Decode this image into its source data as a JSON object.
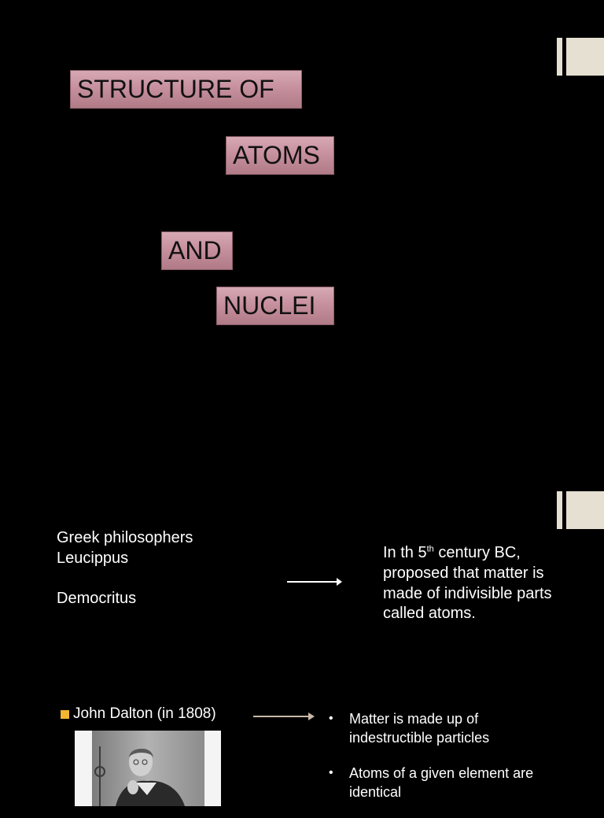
{
  "slide1": {
    "title_lines": [
      "STRUCTURE OF",
      "ATOMS",
      "AND",
      "NUCLEI"
    ]
  },
  "slide2": {
    "left_lines": [
      "Greek philosophers",
      "Leucippus",
      "Democritus"
    ],
    "right_prefix": "In th 5",
    "right_sup": "th",
    "right_suffix": " century BC,",
    "right_lines": [
      "proposed that matter is",
      "made of indivisible parts",
      "called atoms."
    ],
    "dalton_label": "John Dalton (in 1808)",
    "dalton_image_alt": "John Dalton portrait",
    "bullets": [
      {
        "line1": "Matter is made up of",
        "line2": "indestructible particles"
      },
      {
        "line1": "Atoms of a given element are",
        "line2": "identical"
      }
    ],
    "colors": {
      "background": "#000000",
      "title_box": "#c7909e",
      "accent_mark": "#e6e0d3",
      "square_bullet": "#f2b630"
    }
  }
}
